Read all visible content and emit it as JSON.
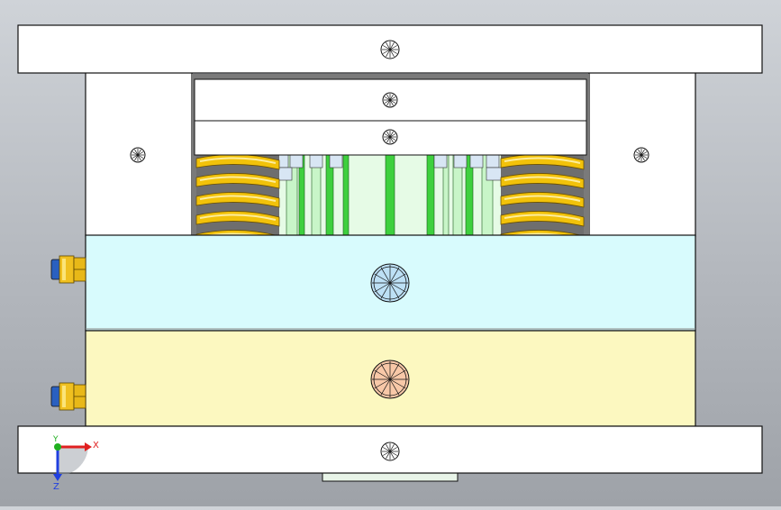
{
  "triad": {
    "x_label": "X",
    "y_label": "Y",
    "z_label": "Z",
    "colors": {
      "x": "#e02020",
      "y": "#20b020",
      "z": "#2040e0"
    }
  },
  "colors": {
    "background": "#c4c8cd",
    "plate": "#ffffff",
    "outline": "#111111",
    "spring": "#f2c20a",
    "pin": "#3ed03e",
    "pin_light": "#c8f5c8",
    "cyan_plate": "#d8fbfd",
    "yellow_plate": "#fcf8c0",
    "fitting": "#f0c020"
  }
}
